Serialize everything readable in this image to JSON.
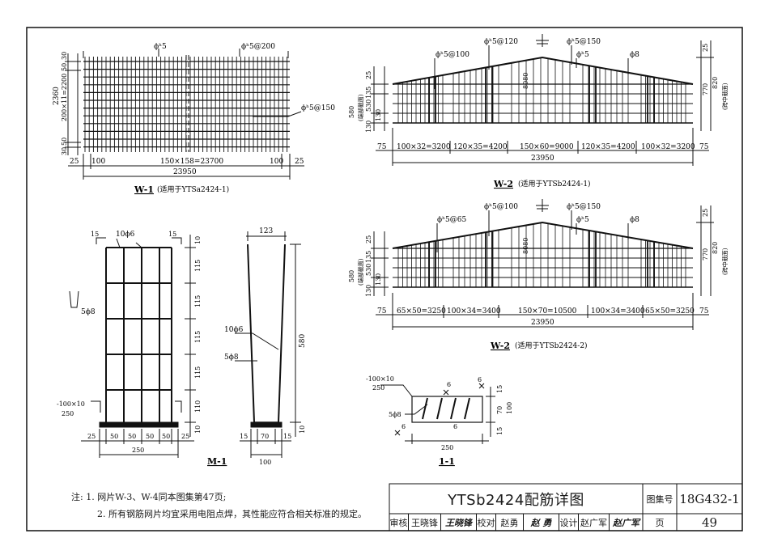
{
  "title_block": {
    "drawing_title": "YTSb2424配筋详图",
    "atlas_label": "图集号",
    "atlas_number": "18G432-1",
    "review_label": "审核",
    "reviewer": "王晓锋",
    "reviewer_sig": "王晓锋",
    "check_label": "校对",
    "checker": "赵勇",
    "checker_sig": "赵 勇",
    "design_label": "设计",
    "designer": "赵广军",
    "designer_sig": "赵广军",
    "page_label": "页",
    "page_number": "49"
  },
  "notes": {
    "line1": "注: 1. 网片W-3、W-4同本图集第47页;",
    "line2": "2. 所有钢筋网片均宜采用电阻点焊，其性能应符合相关标准的规定。"
  },
  "w1": {
    "caption": "W-1",
    "caption_note": "(适用于YTSa2424-1)",
    "bar_a": "ϕʰ5",
    "bar_b": "ϕʰ5@200",
    "bar_c": "ϕʰ5@150",
    "dim_total_h": "2360",
    "dim_top": "30",
    "dim_top2": "50",
    "dim_mid": "200×11=2200",
    "dim_bot2": "50",
    "dim_bot": "30",
    "dim_left": "25",
    "dim_left2": "100",
    "dim_span": "150×158=23700",
    "dim_right2": "100",
    "dim_right": "25",
    "dim_total_w": "23950"
  },
  "w2a": {
    "caption": "W-2",
    "caption_note": "(适用于YTSb2424-1)",
    "bar_a": "ϕʰ5@100",
    "bar_b": "ϕʰ5@120",
    "bar_c": "ϕʰ5@150",
    "bar_d": "ϕʰ5",
    "bar_e": "ϕ8",
    "dim_8080": "8080",
    "dim_580": "580",
    "dim_end": "(端部截面)",
    "dim_25": "25",
    "dim_135": "135",
    "dim_530": "530",
    "dim_130": "130",
    "dim_130b": "130",
    "dim_r25": "25",
    "dim_770": "770",
    "dim_820": "820",
    "dim_mid": "(跨中截面)",
    "seg1": "75",
    "seg2": "100×32=3200",
    "seg3": "120×35=4200",
    "seg4": "150×60=9000",
    "seg5": "120×35=4200",
    "seg6": "100×32=3200",
    "seg7": "75",
    "total": "23950"
  },
  "w2b": {
    "caption": "W-2",
    "caption_note": "(适用于YTSb2424-2)",
    "bar_a": "ϕʰ5@65",
    "bar_b": "ϕʰ5@100",
    "bar_c": "ϕʰ5@150",
    "bar_d": "ϕʰ5",
    "bar_e": "ϕ8",
    "dim_8080": "8080",
    "dim_580": "580",
    "dim_end": "(端部截面)",
    "dim_25": "25",
    "dim_135": "135",
    "dim_530": "530",
    "dim_130": "130",
    "dim_130b": "130",
    "dim_r25": "25",
    "dim_770": "770",
    "dim_820": "820",
    "dim_mid": "(跨中截面)",
    "seg1": "75",
    "seg2": "65×50=3250",
    "seg3": "100×34=3400",
    "seg4": "150×70=10500",
    "seg5": "100×34=3400",
    "seg6": "65×50=3250",
    "seg7": "75",
    "total": "23950"
  },
  "m1_elev": {
    "caption": "M-1",
    "bar_top": "10ϕ6",
    "bar_stirrup": "5ϕ8",
    "plate": "-100×10",
    "plate_len": "250",
    "dim_15a": "15",
    "dim_15b": "15",
    "dim_10": "10",
    "dim_115a": "115",
    "dim_115b": "115",
    "dim_115c": "115",
    "dim_115d": "115",
    "dim_110": "110",
    "dim_b10": "10",
    "b1": "25",
    "b2": "50",
    "b3": "50",
    "b4": "50",
    "b5": "50",
    "b6": "25",
    "b_total": "250"
  },
  "m1_side": {
    "dim_top": "123",
    "bar1": "10ϕ6",
    "bar2": "5ϕ8",
    "dim_h": "580",
    "dim_b15": "15",
    "dim_b70": "70",
    "dim_b15b": "15",
    "dim_b10": "10",
    "dim_b100": "100"
  },
  "sec11": {
    "caption": "1-1",
    "plate": "-100×10",
    "plate_len": "250",
    "bar": "5ϕ8",
    "weld_a": "6",
    "weld_b": "6",
    "weld_c": "6",
    "weld_d": "6",
    "d15a": "15",
    "d70": "70",
    "d100": "100",
    "d15b": "15",
    "d250": "250"
  }
}
